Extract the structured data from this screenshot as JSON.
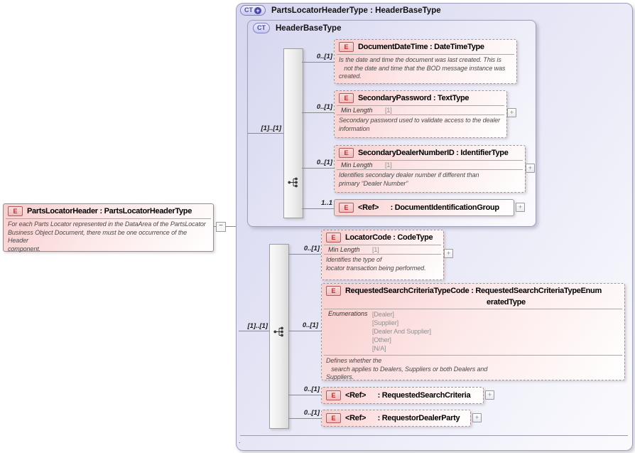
{
  "glyphs": {
    "plus": "+",
    "minus": "−",
    "element": "E",
    "complextype": "CT"
  },
  "root": {
    "title": "PartsLocatorHeader : PartsLocatorHeaderType",
    "annotation": "For each Parts Locator represented in the DataArea of the PartsLocator\nBusiness Object Document, there must be one occurrence of the Header\ncomponent."
  },
  "outer": {
    "title": "PartsLocatorHeaderType : HeaderBaseType",
    "footer": "."
  },
  "inner": {
    "title": "HeaderBaseType"
  },
  "seq_upper": {
    "cardinality": "[1]..[1]"
  },
  "seq_lower": {
    "cardinality": "[1]..[1]"
  },
  "elements": {
    "documentDateTime": {
      "cardinality": "0..[1]",
      "title": "DocumentDateTime : DateTimeType",
      "annotation": "Is the date and time the document was last created. This is\n   not the date and time that the BOD message instance was\ncreated."
    },
    "secondaryPassword": {
      "cardinality": "0..[1]",
      "title": "SecondaryPassword : TextType",
      "facet_label": "Min Length",
      "facet_value": "[1]",
      "annotation": "Secondary password used to validate access to the dealer\ninformation"
    },
    "secondaryDealerNumberID": {
      "cardinality": "0..[1]",
      "title": "SecondaryDealerNumberID : IdentifierType",
      "facet_label": "Min Length",
      "facet_value": "[1]",
      "annotation": "Identifies secondary dealer number if different than\nprimary “Dealer Number”"
    },
    "documentIdentificationGroup": {
      "cardinality": "1..1",
      "title": "<Ref>      : DocumentIdentificationGroup"
    },
    "locatorCode": {
      "cardinality": "0..[1]",
      "title": "LocatorCode : CodeType",
      "facet_label": "Min Length",
      "facet_value": "[1]",
      "annotation": "Identifies the type of\nlocator transaction being performed."
    },
    "requestedSearchCriteriaTypeCode": {
      "cardinality": "0..[1]",
      "title_line1": "RequestedSearchCriteriaTypeCode : RequestedSearchCriteriaTypeEnum",
      "title_line2": "eratedType",
      "facet_label": "Enumerations",
      "enums": [
        "[Dealer]",
        "[Supplier]",
        "[Dealer And Supplier]",
        "[Other]",
        "[N/A]"
      ],
      "annotation": "Defines whether the\n   search applies to Dealers, Suppliers or both Dealers and\nSuppliers."
    },
    "requestedSearchCriteria": {
      "cardinality": "0..[1]",
      "title": "<Ref>      : RequestedSearchCriteria"
    },
    "requestorDealerParty": {
      "cardinality": "0..[1]",
      "title": "<Ref>      : RequestorDealerParty"
    }
  }
}
